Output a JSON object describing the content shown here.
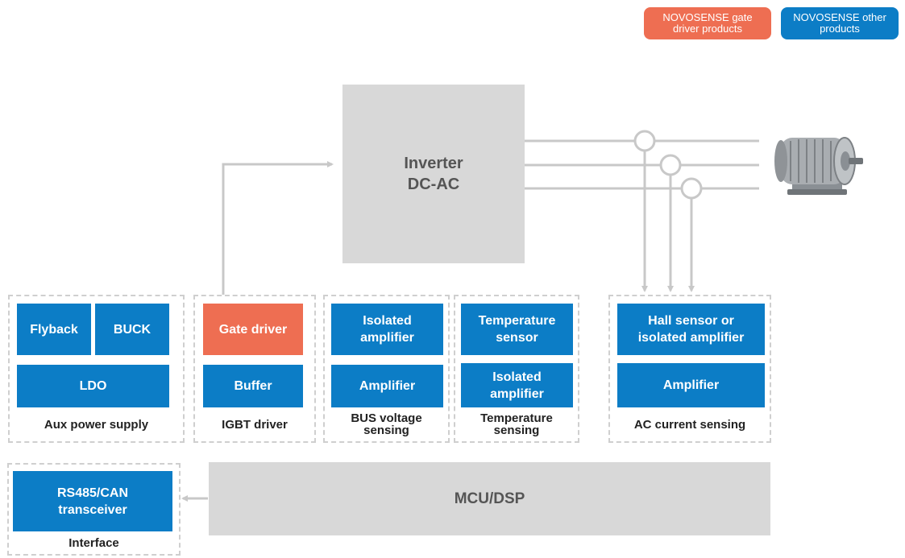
{
  "legend": {
    "gate_driver": "NOVOSENSE gate\ndriver products",
    "other": "NOVOSENSE\nother products"
  },
  "inverter": {
    "label": "Inverter\nDC-AC"
  },
  "mcu": {
    "label": "MCU/DSP"
  },
  "motor_icon": "electric-motor-icon",
  "groups": {
    "aux": {
      "label": "Aux power supply",
      "flyback": "Flyback",
      "buck": "BUCK",
      "ldo": "LDO"
    },
    "igbt": {
      "label": "IGBT driver",
      "gate_driver": "Gate driver",
      "buffer": "Buffer"
    },
    "bus": {
      "label": "BUS voltage\nsensing",
      "isolated_amplifier": "Isolated\namplifier",
      "amplifier": "Amplifier"
    },
    "temp": {
      "label": "Temperature\nsensing",
      "temperature_sensor": "Temperature\nsensor",
      "isolated_amplifier": "Isolated\namplifier"
    },
    "ac": {
      "label": "AC current sensing",
      "hall": "Hall sensor or\nisolated amplifier",
      "amplifier": "Amplifier"
    },
    "interface": {
      "label": "Interface",
      "rs485": "RS485/CAN\ntransceiver"
    }
  },
  "colors": {
    "gate_driver": "#ee6e52",
    "other": "#0c7dc6",
    "block": "#d8d8d8",
    "connector": "#c8c8c8"
  }
}
